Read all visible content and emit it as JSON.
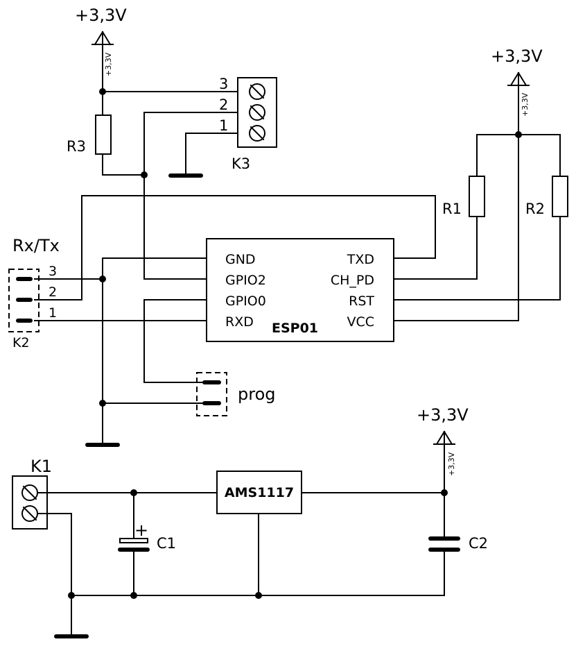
{
  "supply": {
    "label": "+3,3V",
    "small_label": "+3,3V"
  },
  "esp": {
    "name": "ESP01",
    "pins_left": [
      "GND",
      "GPIO2",
      "GPIO0",
      "RXD"
    ],
    "pins_right": [
      "TXD",
      "CH_PD",
      "RST",
      "VCC"
    ]
  },
  "regulator": {
    "name": "AMS1117"
  },
  "resistors": {
    "r1": "R1",
    "r2": "R2",
    "r3": "R3"
  },
  "capacitors": {
    "c1": "C1",
    "c2": "C2",
    "c1_polarity": "+"
  },
  "connectors": {
    "k1": "K1",
    "k2": "K2",
    "k3": "K3",
    "rxtx": "Rx/Tx",
    "prog": "prog",
    "k3_pins": [
      "3",
      "2",
      "1"
    ],
    "k2_pins": [
      "3",
      "2",
      "1"
    ]
  }
}
